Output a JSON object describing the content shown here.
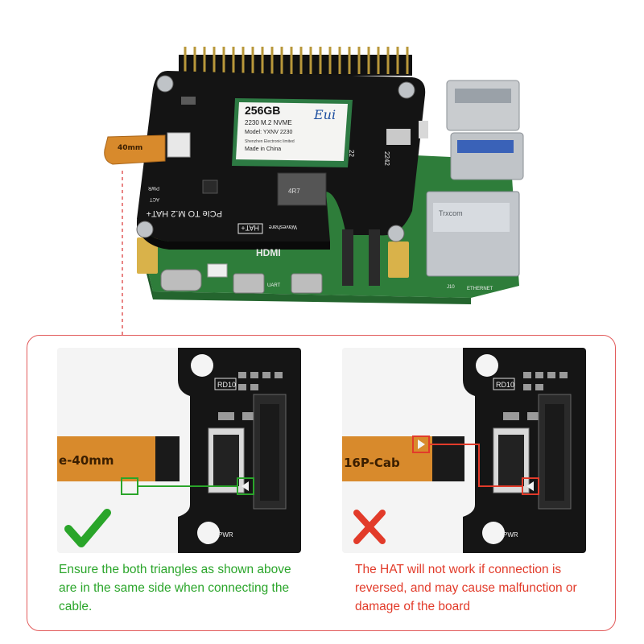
{
  "photo": {
    "ssd_label": {
      "capacity": "256GB",
      "type": "2230 M.2 NVME",
      "model": "Model: YXNV 2230",
      "maker": "Shenzhen Electronic limited",
      "origin": "Made in China",
      "brand": "Eui"
    },
    "hat_title": "PCIe TO M.2 HAT+",
    "hat_badge": "HAT+",
    "brand_text": "Waveshare",
    "hdmi_text": "HDMI",
    "cable_text": "40mm",
    "board_labels": {
      "pwr": "PWR",
      "act": "ACT",
      "uart": "UART",
      "j10": "J10",
      "ethernet": "ETHERNET",
      "size_2242": "2242",
      "size_22": "22",
      "inductor": "4R7"
    }
  },
  "good_example": {
    "cable_label": "e-40mm",
    "board_label": "RD10",
    "pwr_label": "PWR",
    "icon": "check-icon",
    "caption": "Ensure the both triangles as shown above are in the same side when connecting the cable.",
    "color": "#2aa52a"
  },
  "bad_example": {
    "cable_label": "16P-Cab",
    "board_label": "RD10",
    "pwr_label": "PWR",
    "icon": "cross-icon",
    "caption": "The HAT will not work if connection is reversed, and may cause malfunction or damage of the board",
    "color": "#e23b2a"
  },
  "colors": {
    "panel_border": "#e25b5b",
    "pcb": "#141414",
    "rpi_board": "#2e7d3a",
    "cable": "#d88a2c"
  }
}
